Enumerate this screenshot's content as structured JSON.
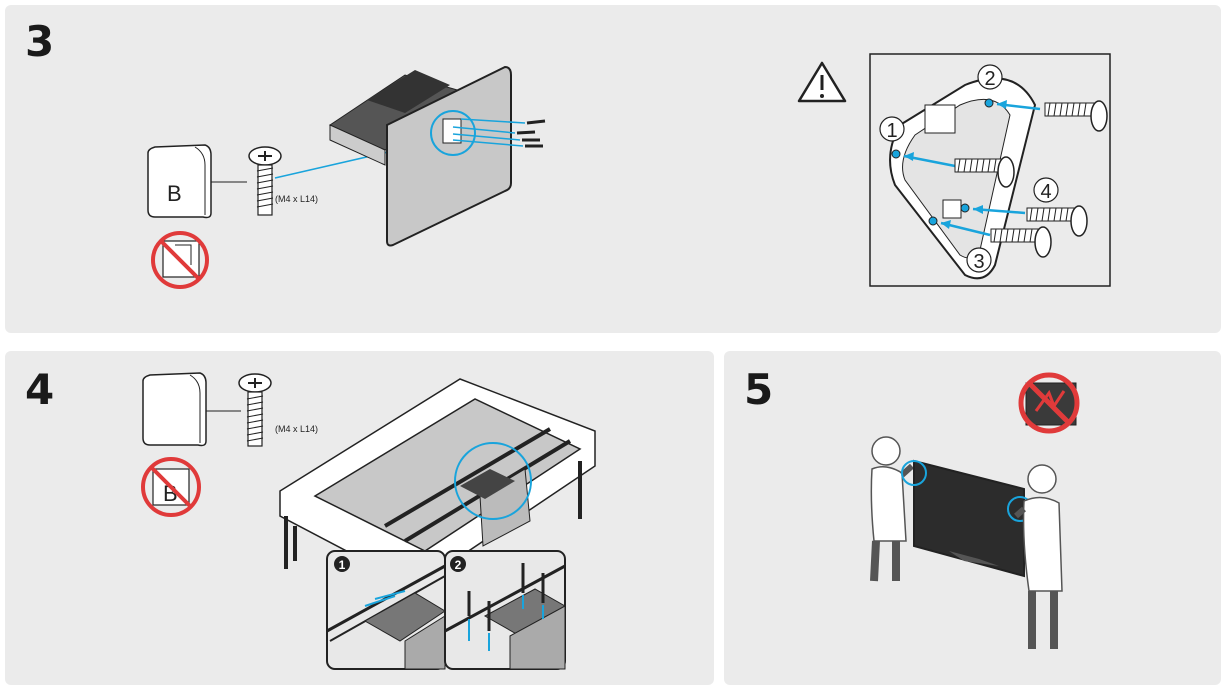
{
  "steps": [
    {
      "number": "3",
      "part_label": "B",
      "screw_spec": "(M4 x L14)",
      "callouts": [
        "1",
        "2",
        "3",
        "4"
      ]
    },
    {
      "number": "4",
      "part_label": "B",
      "screw_spec": "(M4 x L14)",
      "sub_steps": [
        "1",
        "2"
      ]
    },
    {
      "number": "5"
    }
  ],
  "colors": {
    "panel_bg": "#ebebeb",
    "arrow": "#19a4dc",
    "prohibited": "#e03a3a",
    "tv_screen": "#2c2c2c"
  },
  "icons": [
    "warning-icon",
    "prohibited-icon",
    "screw-icon",
    "circled-number-icon"
  ]
}
